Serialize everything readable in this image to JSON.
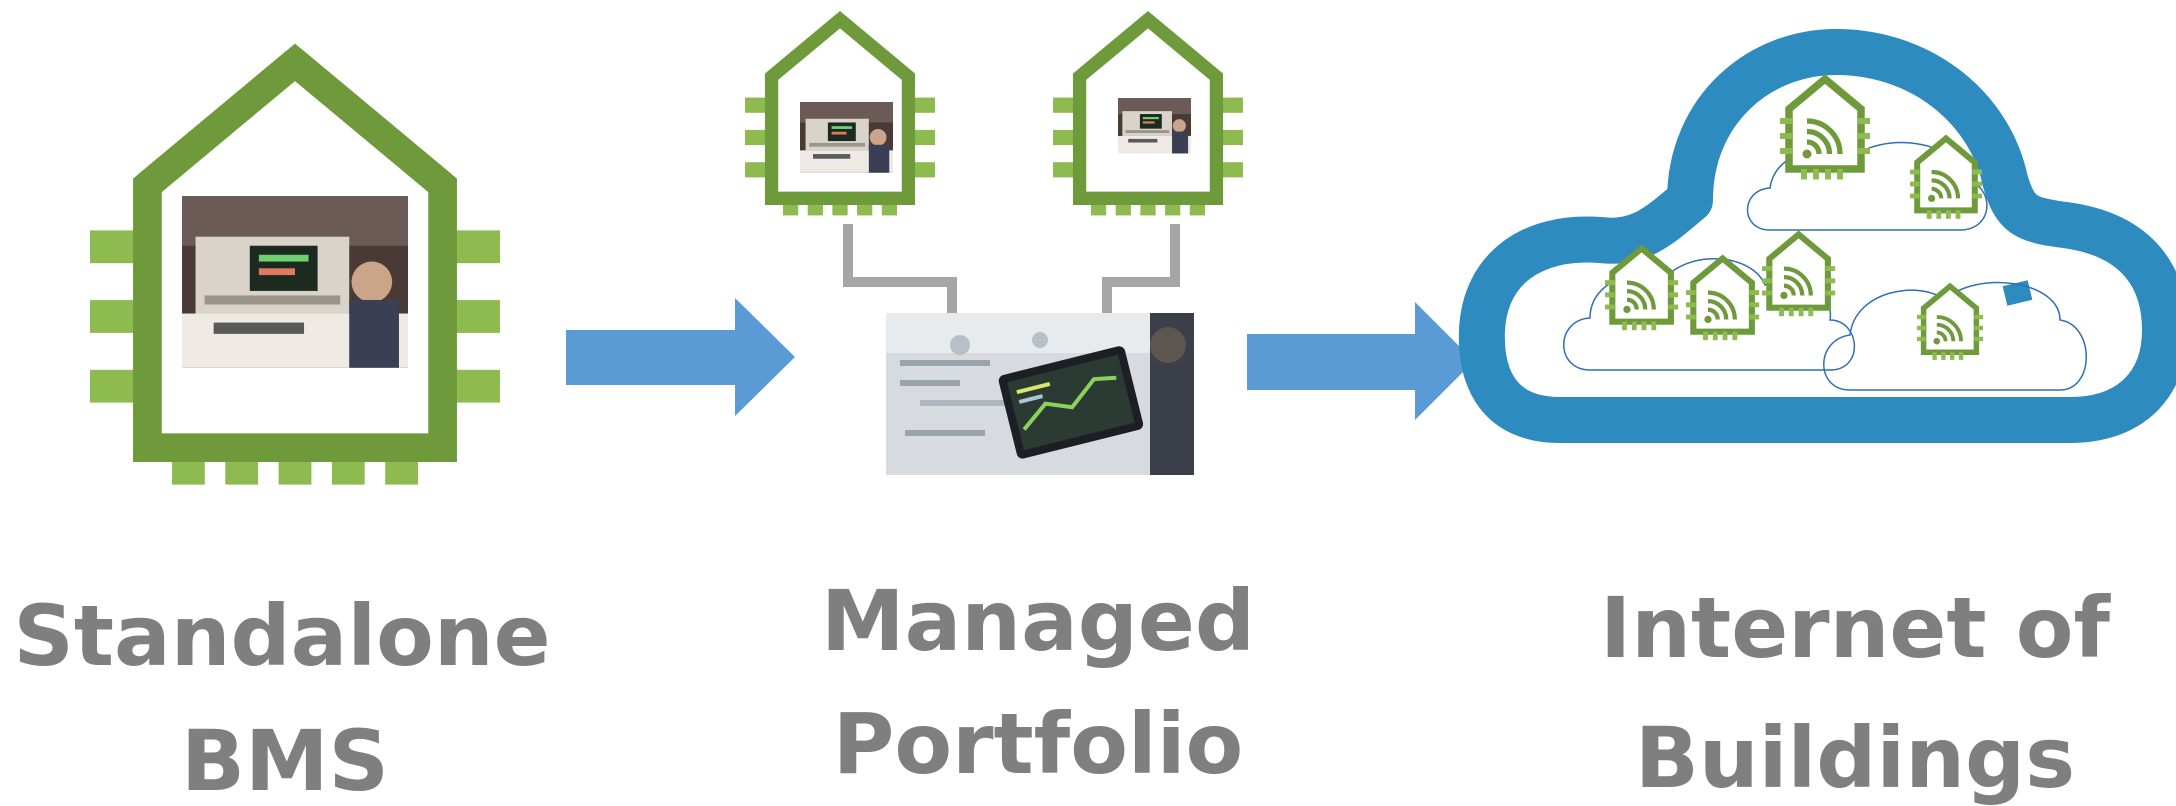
{
  "stages": [
    {
      "line1": "Standalone",
      "line2": "BMS"
    },
    {
      "line1": "Managed",
      "line2": "Portfolio"
    },
    {
      "line1": "Internet of",
      "line2": "Buildings"
    }
  ],
  "colors": {
    "building_green": "#6f9a3b",
    "pin_green": "#8dbb4f",
    "arrow_blue": "#5b9bd5",
    "cloud_blue": "#2e8bc0",
    "connector_gray": "#a6a6a6",
    "label_gray": "#7f7f7f"
  },
  "icons": [
    "building-chip-icon",
    "arrow-right-icon",
    "cloud-icon",
    "wifi-building-icon",
    "control-room-photo",
    "tablet-photo"
  ]
}
